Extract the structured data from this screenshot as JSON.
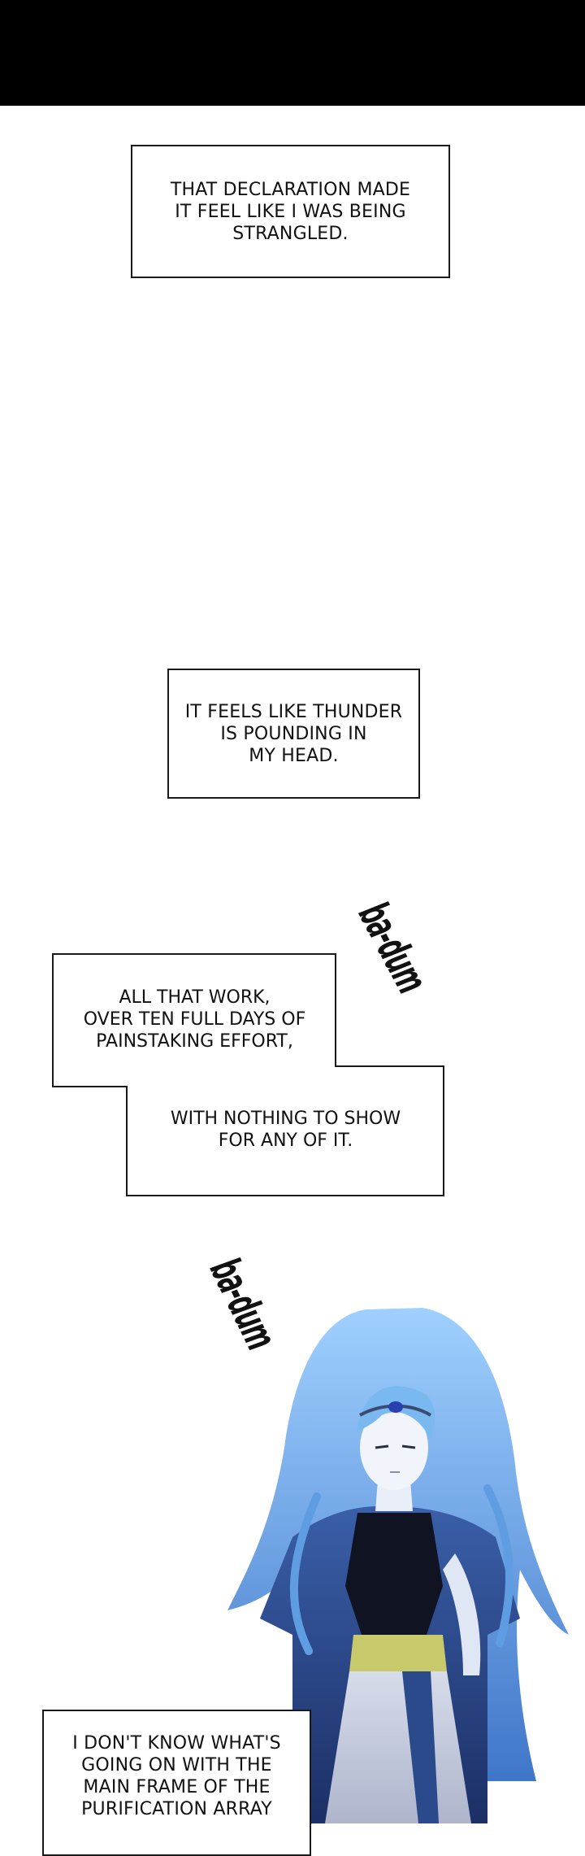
{
  "panels": {
    "caption_1": "THAT DECLARATION MADE\nIT FEEL LIKE I WAS BEING\nSTRANGLED.",
    "caption_2": "IT FEELS LIKE THUNDER\nIS POUNDING IN\nMY HEAD.",
    "caption_3": "ALL THAT WORK,\nOVER TEN FULL DAYS OF\nPAINSTAKING EFFORT,",
    "caption_4": "WITH NOTHING TO SHOW\nFOR ANY OF IT.",
    "caption_5": "I DON'T KNOW WHAT'S\nGOING ON WITH THE\nMAIN FRAME OF THE\nPURIFICATION ARRAY",
    "sfx_1": "ba-dum",
    "sfx_2": "ba-dum"
  },
  "colors": {
    "background": "#ffffff",
    "top_bar": "#000000",
    "hair": "#7ab8f0",
    "robe": "#2b4a8c",
    "sash": "#c7c96a"
  }
}
